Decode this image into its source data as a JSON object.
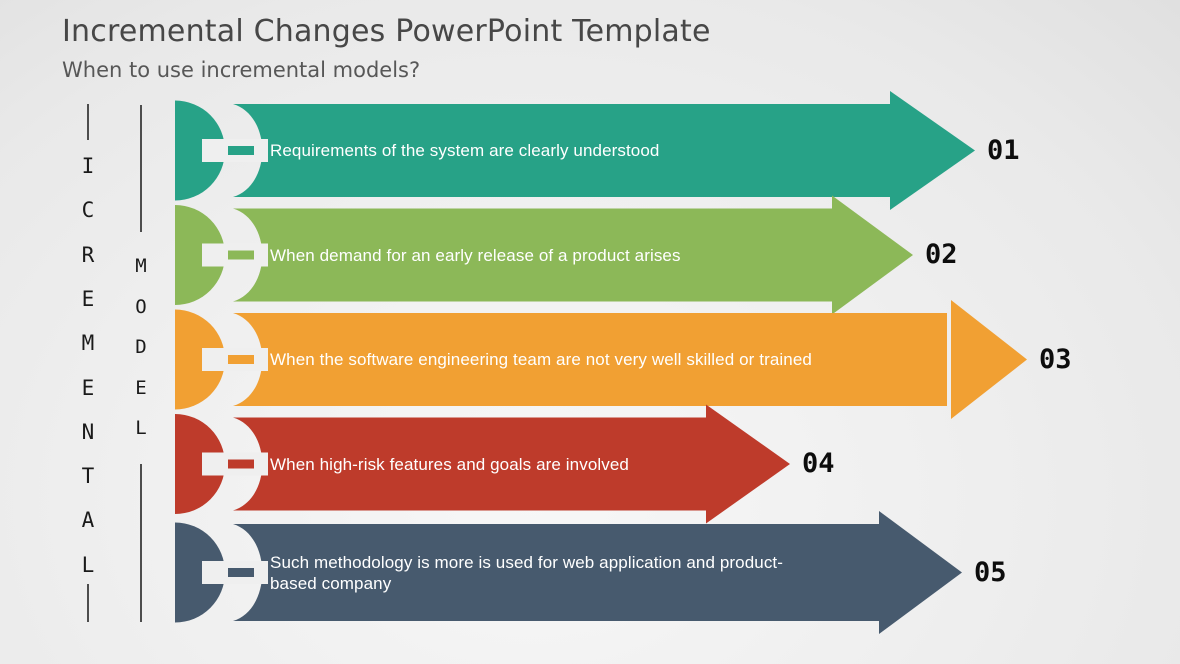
{
  "slide": {
    "title": "Incremental Changes PowerPoint Template",
    "subtitle": "When to use incremental models?"
  },
  "vertical_labels": {
    "column1": {
      "word": "ICREMENTAL",
      "letters": [
        "I",
        "C",
        "R",
        "E",
        "M",
        "E",
        "N",
        "T",
        "A",
        "L"
      ]
    },
    "column2": {
      "word": "MODEL",
      "letters": [
        "M",
        "O",
        "D",
        "E",
        "L"
      ]
    }
  },
  "steps": [
    {
      "number": "01",
      "color": "#27A287",
      "text": "Requirements of the system are clearly understood"
    },
    {
      "number": "02",
      "color": "#8CB858",
      "text": "When demand for an early release of a product arises"
    },
    {
      "number": "03",
      "color": "#F1A033",
      "text": "When the software engineering team are not very well skilled or trained"
    },
    {
      "number": "04",
      "color": "#BE3B2B",
      "text": "When high-risk features and goals are involved"
    },
    {
      "number": "05",
      "color": "#475A6E",
      "text": "Such methodology is more is used for web application and product-based company"
    }
  ]
}
